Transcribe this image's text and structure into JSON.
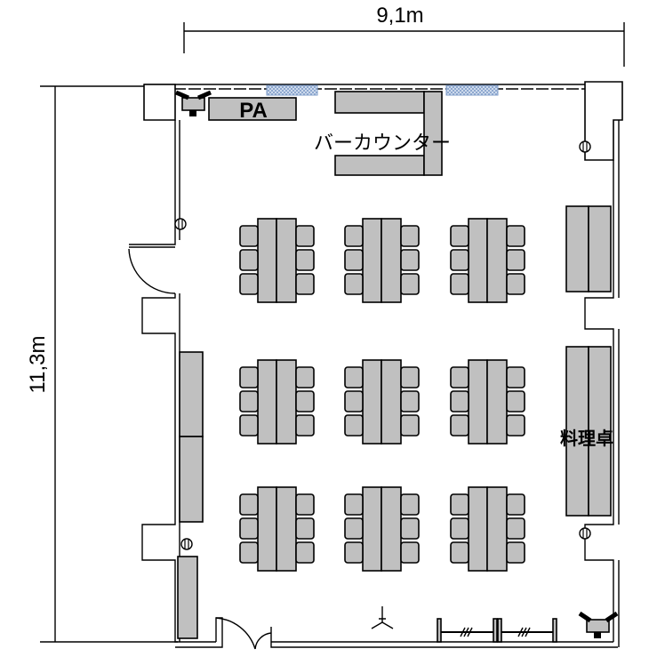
{
  "dimensions": {
    "width_label": "9,1m",
    "height_label": "11,3m"
  },
  "labels": {
    "pa": "PA",
    "bar_counter": "バーカウンター",
    "buffet": "料理卓"
  },
  "colors": {
    "furniture": "#c0c0c0",
    "window": "#9fb7d8",
    "line": "#000000"
  },
  "table_groups": {
    "rows": 3,
    "columns": 3,
    "chairs_per_side": 3
  }
}
